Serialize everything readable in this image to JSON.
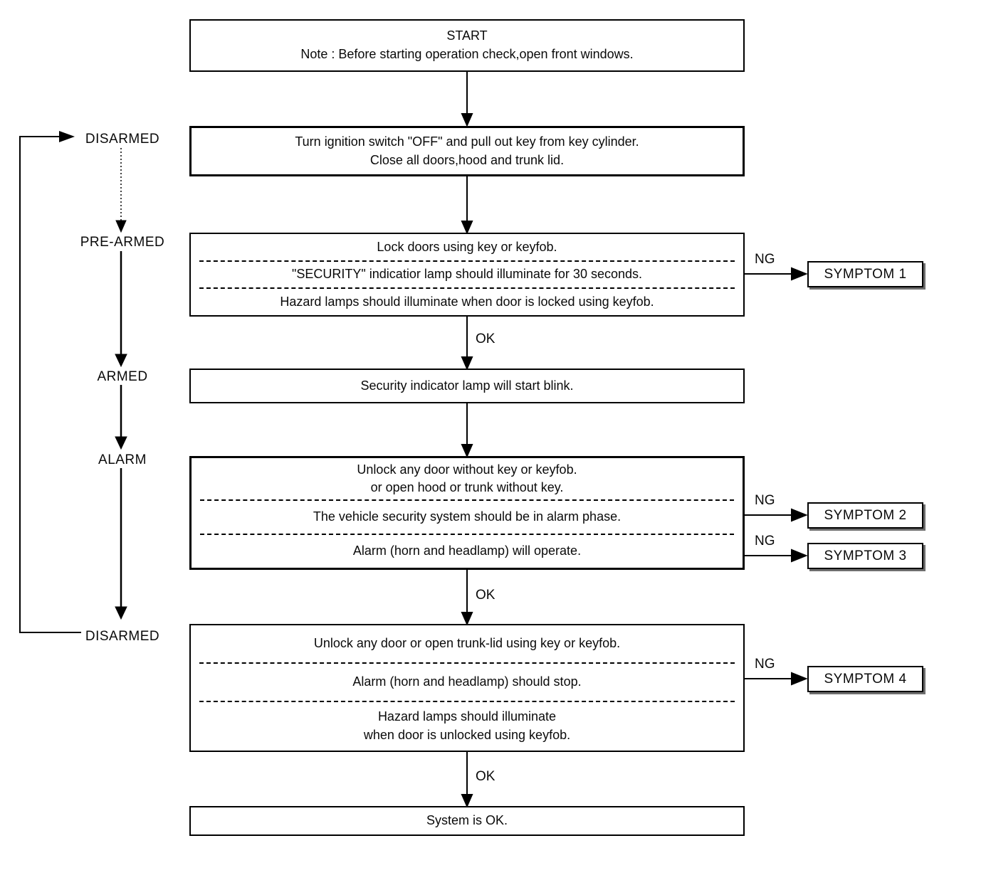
{
  "states": {
    "disarmed_top": "DISARMED",
    "pre_armed": "PRE-ARMED",
    "armed": "ARMED",
    "alarm": "ALARM",
    "disarmed_bottom": "DISARMED"
  },
  "flow": {
    "start": {
      "title": "START",
      "note": "Note : Before starting operation check,open front windows."
    },
    "ignition": {
      "line1": "Turn ignition switch \"OFF\" and pull out key from key cylinder.",
      "line2": "Close all doors,hood and trunk lid."
    },
    "lock": {
      "row1": "Lock doors using key or keyfob.",
      "row2": "\"SECURITY\" indicatior lamp should illuminate for 30 seconds.",
      "row3": "Hazard lamps should illuminate when door is locked using keyfob."
    },
    "blink": {
      "text": "Security indicator lamp will start blink."
    },
    "alarm_test": {
      "row1_line1": "Unlock any door without key or keyfob.",
      "row1_line2": "or open hood or trunk without key.",
      "row2": "The vehicle security system should be in alarm phase.",
      "row3": "Alarm (horn and headlamp) will operate."
    },
    "disarm_test": {
      "row1": "Unlock any door or open trunk-lid using key or keyfob.",
      "row2": "Alarm (horn and headlamp) should stop.",
      "row3_line1": "Hazard lamps should illuminate",
      "row3_line2": "when door is unlocked using keyfob."
    },
    "system_ok": {
      "text": "System is OK."
    }
  },
  "symptoms": [
    "SYMPTOM 1",
    "SYMPTOM 2",
    "SYMPTOM 3",
    "SYMPTOM 4"
  ],
  "labels": {
    "ok": "OK",
    "ng": "NG"
  },
  "colors": {
    "line": "#000000",
    "background": "#ffffff"
  }
}
